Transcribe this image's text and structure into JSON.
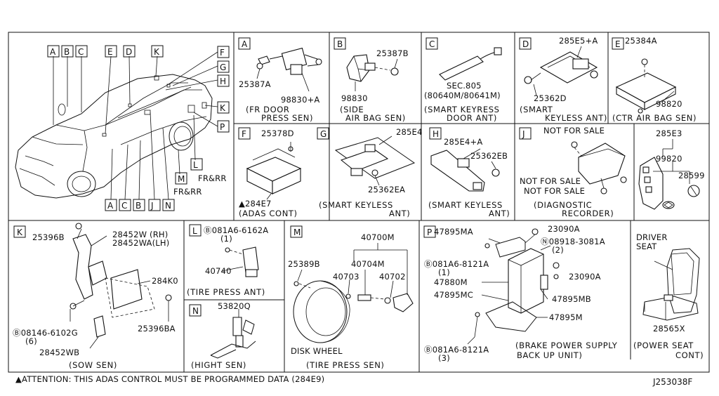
{
  "overview": {
    "callouts_top": [
      "A",
      "B",
      "C",
      "E",
      "D",
      "K"
    ],
    "callouts_right": [
      "F",
      "G",
      "H",
      "K",
      "P"
    ],
    "callouts_bottom": [
      "A",
      "C",
      "B",
      "J",
      "N"
    ],
    "callout_m": "M",
    "callout_l": "L",
    "fr_rr_1": "FR&RR",
    "fr_rr_2": "FR&RR"
  },
  "panel_a": {
    "letter": "A",
    "parts": [
      "25387A",
      "98830+A"
    ],
    "caption": [
      "(FR DOOR",
      "PRESS SEN)"
    ]
  },
  "panel_b": {
    "letter": "B",
    "parts": [
      "25387B",
      "98830"
    ],
    "caption": [
      "(SIDE",
      "AIR BAG SEN)"
    ]
  },
  "panel_c": {
    "letter": "C",
    "parts": [
      "SEC.805",
      "(80640M/80641M)"
    ],
    "caption": [
      "(SMART KEYRESS",
      "DOOR ANT)"
    ]
  },
  "panel_d": {
    "letter": "D",
    "parts": [
      "285E5+A",
      "25362D"
    ],
    "caption": [
      "(SMART",
      "KEYLESS ANT)"
    ]
  },
  "panel_e": {
    "letter": "E",
    "parts": [
      "25384A",
      "98820"
    ],
    "caption": [
      "(CTR AIR BAG SEN)"
    ]
  },
  "panel_f": {
    "letter": "F",
    "parts": [
      "25378D",
      "▲284E7"
    ],
    "caption": [
      "(ADAS CONT)"
    ]
  },
  "panel_g": {
    "letter": "G",
    "parts": [
      "285E4",
      "25362EA"
    ],
    "caption": [
      "(SMART KEYLESS",
      "ANT)"
    ]
  },
  "panel_h": {
    "letter": "H",
    "parts": [
      "285E4+A",
      "25362EB"
    ],
    "caption": [
      "(SMART KEYLESS",
      "ANT)"
    ]
  },
  "panel_j": {
    "letter": "J",
    "parts": [
      "NOT FOR SALE",
      "NOT FOR SALE",
      "NOT FOR SALE"
    ],
    "caption": [
      "(DIAGNOSTIC",
      "RECORDER)"
    ]
  },
  "panel_key": {
    "parts": [
      "285E3",
      "99820",
      "28599"
    ]
  },
  "panel_k": {
    "letter": "K",
    "parts": [
      "25396B",
      "28452W (RH)",
      "28452WA(LH)",
      "284K0",
      "25396BA",
      "Ⓑ08146-6102G",
      "(6)",
      "28452WB"
    ],
    "caption": [
      "(SOW SEN)"
    ]
  },
  "panel_l": {
    "letter": "L",
    "parts": [
      "Ⓑ081A6-6162A",
      "(1)",
      "40740"
    ],
    "caption": [
      "(TIRE PRESS ANT)"
    ]
  },
  "panel_n": {
    "letter": "N",
    "parts": [
      "53820Q"
    ],
    "caption": [
      "(HIGHT SEN)"
    ]
  },
  "panel_m": {
    "letter": "M",
    "parts": [
      "40700M",
      "25389B",
      "40704M",
      "40703",
      "40702",
      "DISK WHEEL"
    ],
    "caption": [
      "(TIRE PRESS SEN)"
    ]
  },
  "panel_p": {
    "letter": "P",
    "parts": [
      "47895MA",
      "23090A",
      "Ⓝ08918-3081A",
      "(2)",
      "Ⓑ081A6-8121A",
      "(1)",
      "23090A",
      "47880M",
      "47895MC",
      "47895MB",
      "47895M",
      "Ⓑ081A6-8121A",
      "(3)"
    ],
    "caption": [
      "(BRAKE POWER SUPPLY",
      "BACK UP UNIT)"
    ]
  },
  "panel_seat": {
    "header": [
      "DRIVER",
      "SEAT"
    ],
    "parts": [
      "28565X"
    ],
    "caption": [
      "(POWER SEAT",
      "CONT)"
    ]
  },
  "footer": {
    "note": "▲ATTENTION: THIS ADAS CONTROL MUST BE PROGRAMMED DATA (284E9)",
    "code": "J253038F"
  }
}
